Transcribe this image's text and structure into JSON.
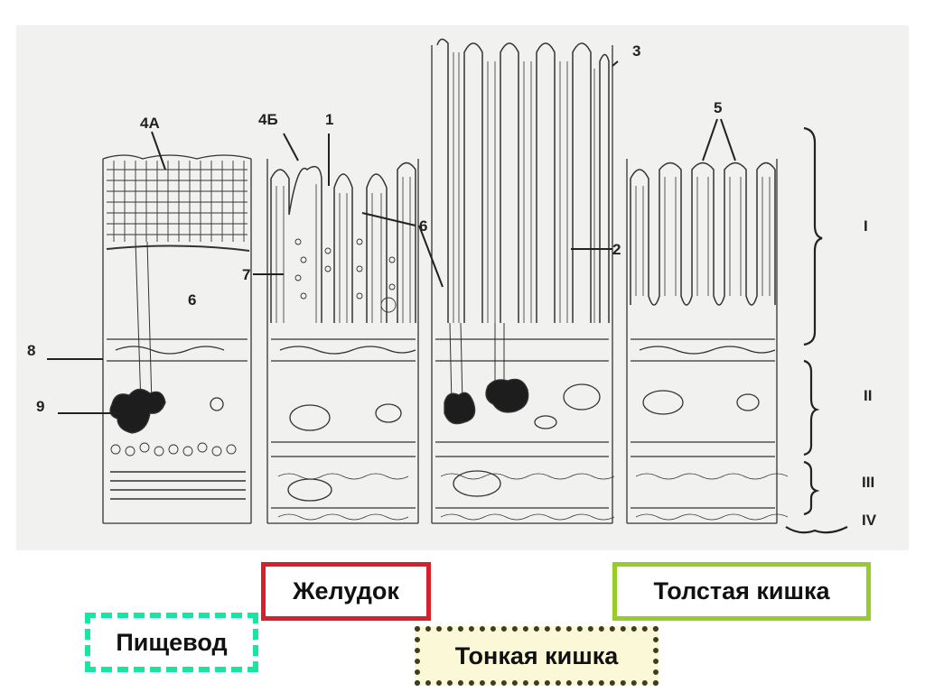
{
  "labels": {
    "l4a": "4А",
    "l4b": "4Б",
    "l1": "1",
    "l3": "3",
    "l5": "5",
    "l6a": "6",
    "l6b": "6",
    "l7": "7",
    "l2": "2",
    "l8": "8",
    "l9": "9",
    "lI": "I",
    "lII": "II",
    "lIII": "III",
    "lIV": "IV"
  },
  "organs": {
    "stomach": "Желудок",
    "colon": "Толстая кишка",
    "esophagus": "Пищевод",
    "small_intestine": "Тонкая кишка"
  },
  "colors": {
    "stomach_border": "#d6202b",
    "colon_border": "#98cc28",
    "esophagus_border": "#17e6a0",
    "small_intestine_border": "#3d3d1f"
  }
}
